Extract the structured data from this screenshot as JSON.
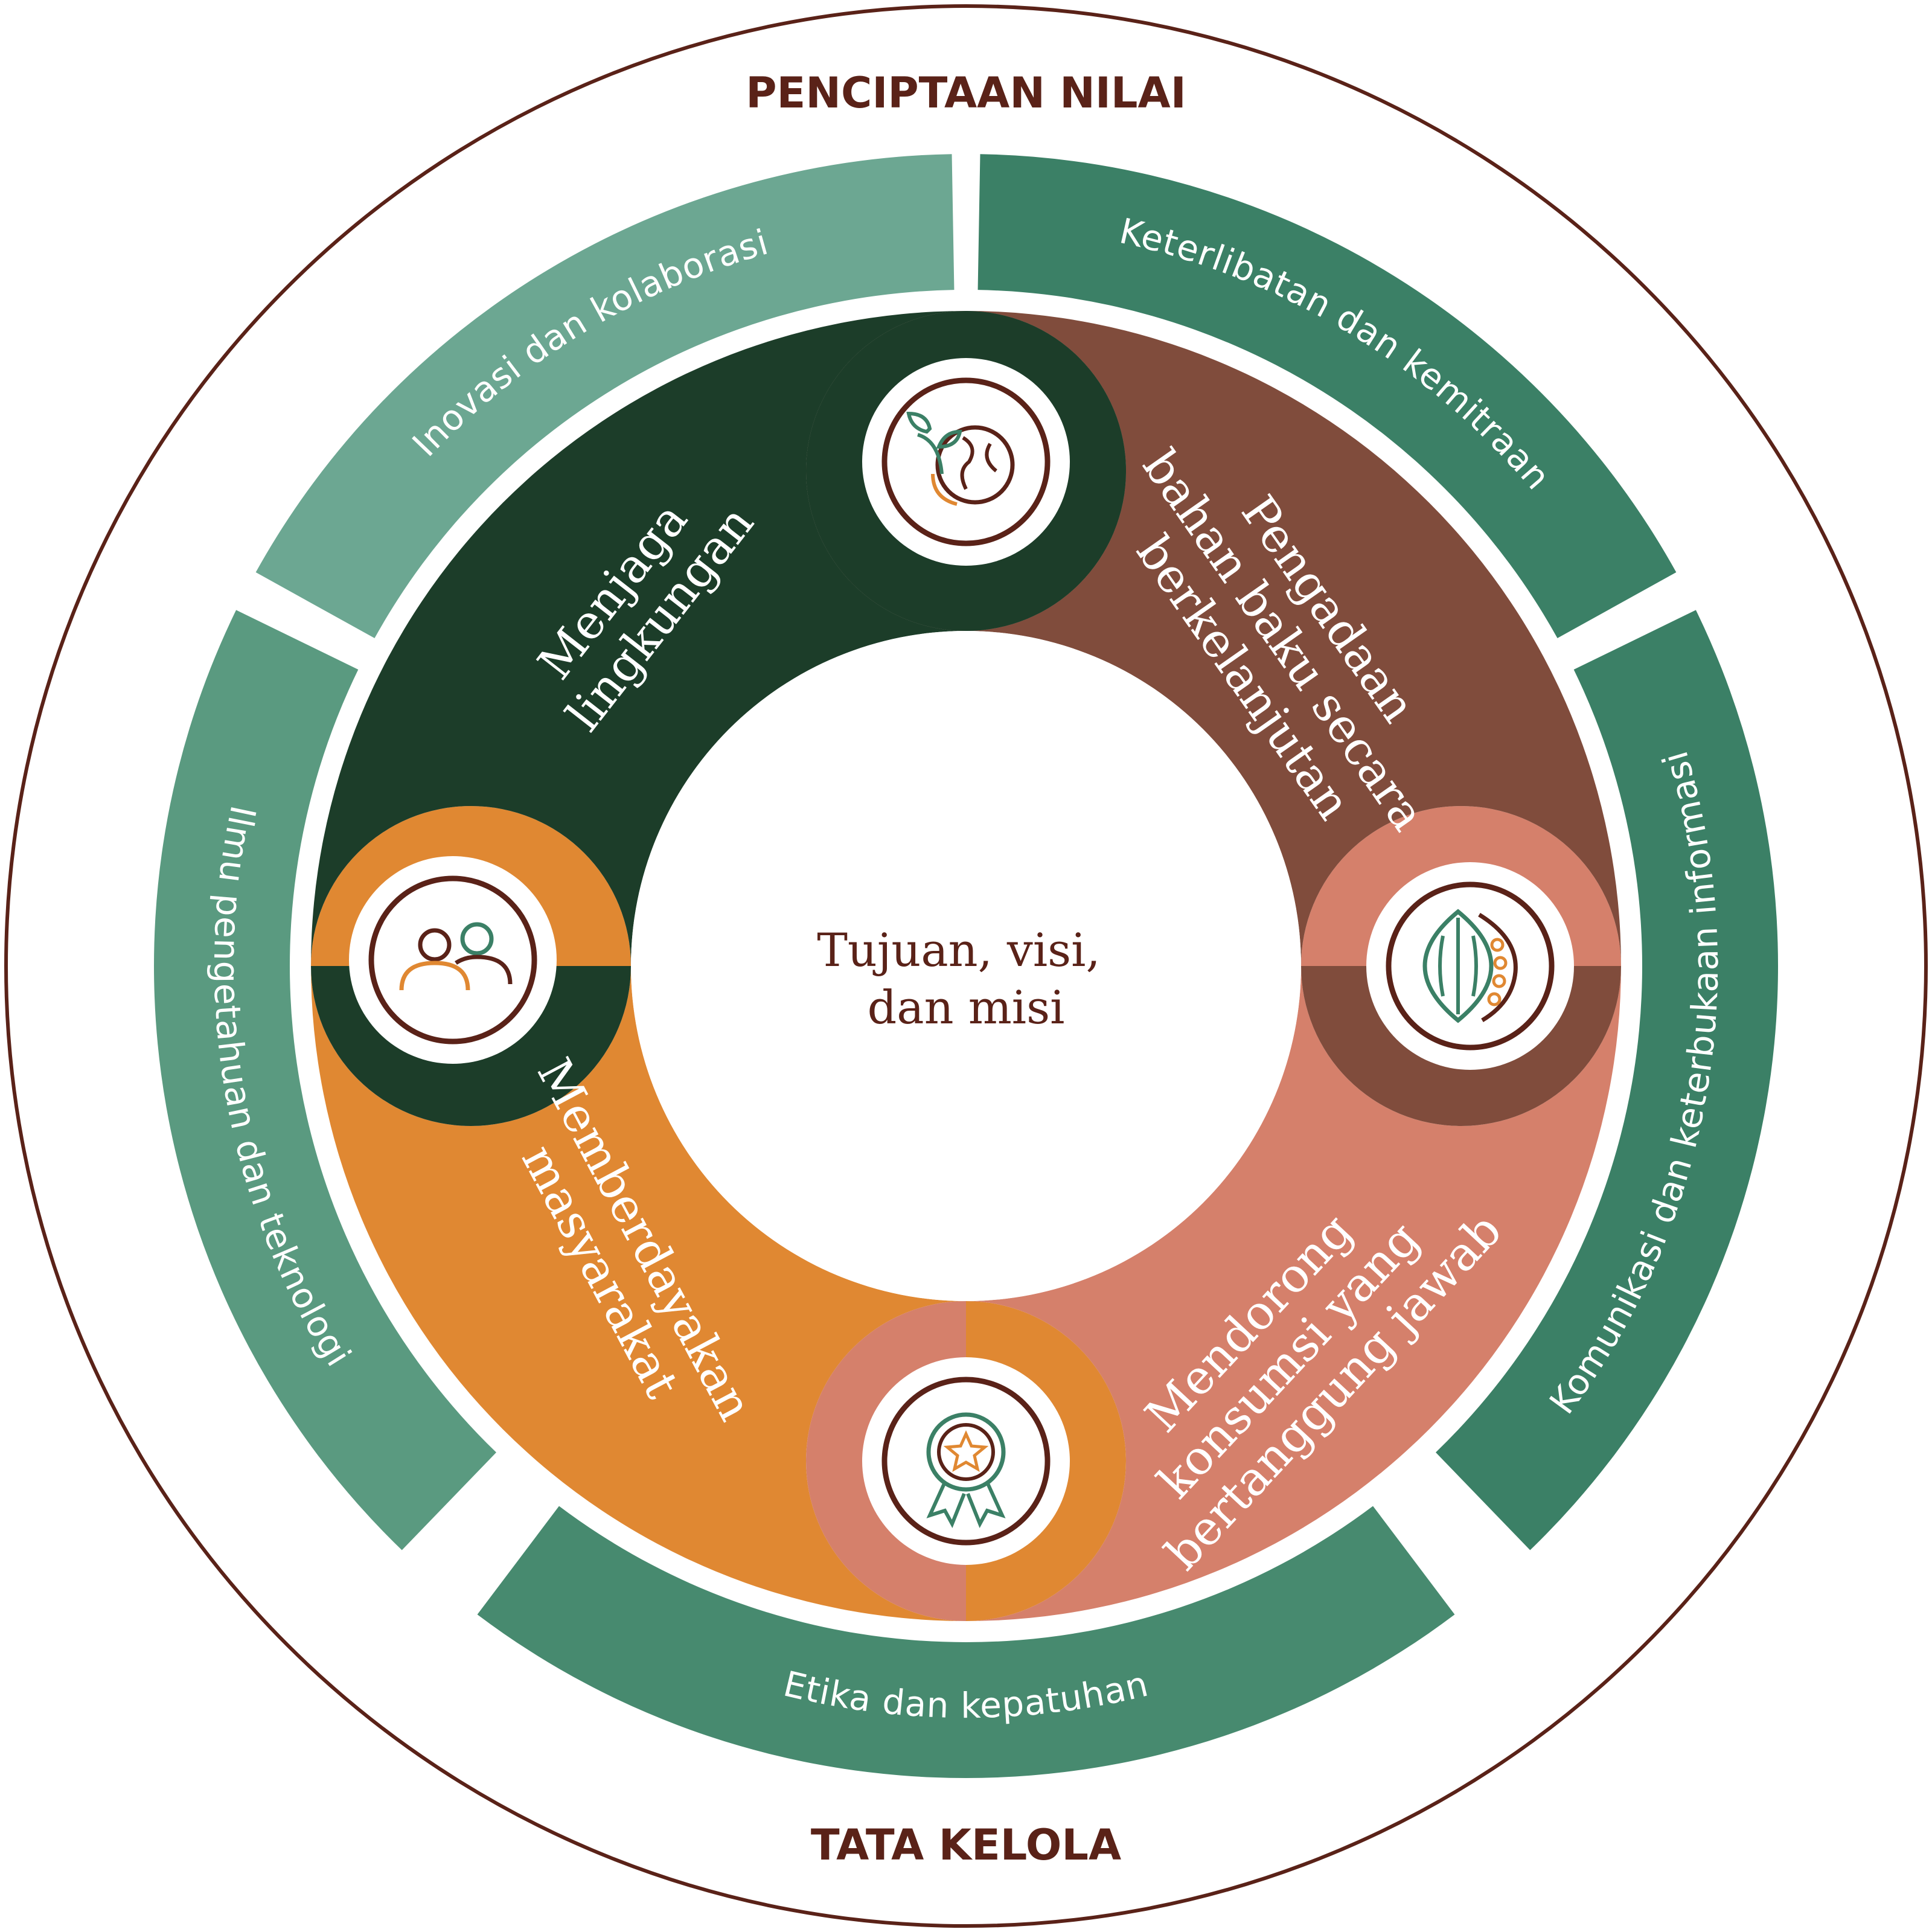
{
  "outer": {
    "top_label": "PENCIPTAAN NILAI",
    "bottom_label": "TATA KELOLA"
  },
  "center": {
    "lines": [
      "Tujuan, visi,",
      "dan misi"
    ]
  },
  "bands": [
    {
      "label": "Inovasi dan kolaborasi",
      "color": "#6ca792"
    },
    {
      "label": "Keterlibatan dan kemitraan",
      "color": "#3b8066"
    },
    {
      "label": "Komunikasi dan keterbukaan informasi",
      "color": "#3b8066"
    },
    {
      "label": "Etika dan kepatuhan",
      "color": "#478a6f"
    },
    {
      "label": "Ilmu pengetahuan dan teknologi",
      "color": "#5a9a80"
    }
  ],
  "pillars": [
    {
      "lines": [
        "Menjaga",
        "lingkungan"
      ],
      "color": "#1c3d29",
      "icon": "globe-sprout-icon"
    },
    {
      "lines": [
        "Pengadaan",
        "bahan baku secara",
        "berkelanjutan"
      ],
      "color": "#804c3c",
      "icon": "cocoa-pod-icon"
    },
    {
      "lines": [
        "Mendorong",
        "konsumsi yang",
        "bertanggung jawab"
      ],
      "color": "#d5806b",
      "icon": "award-badge-icon"
    },
    {
      "lines": [
        "Memberdayakan",
        "masyarakat"
      ],
      "color": "#e08832",
      "icon": "people-icon"
    }
  ],
  "colors": {
    "ring_outline": "#5a2218",
    "icon_brown": "#5a2218",
    "icon_green": "#3b8066",
    "icon_orange": "#e08832"
  }
}
